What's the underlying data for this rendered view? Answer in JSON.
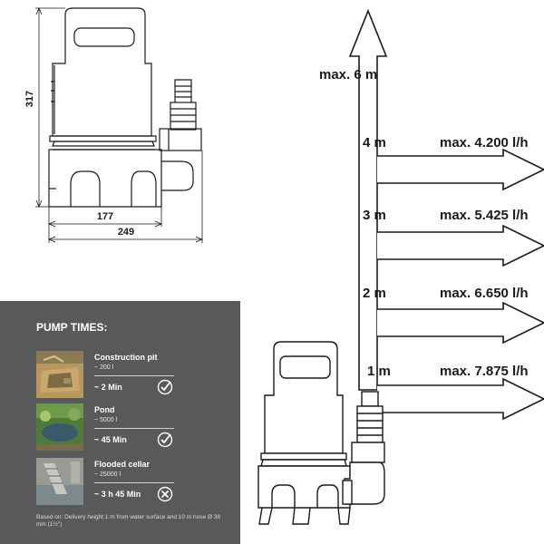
{
  "dimensions": {
    "height": "317",
    "base_width": "177",
    "total_width": "249"
  },
  "height_chart": {
    "max_label": "max. 6 m",
    "rows": [
      {
        "height": "4 m",
        "flow": "max. 4.200 l/h"
      },
      {
        "height": "3 m",
        "flow": "max. 5.425 l/h"
      },
      {
        "height": "2 m",
        "flow": "max. 6.650 l/h"
      },
      {
        "height": "1 m",
        "flow": "max. 7.875 l/h"
      }
    ]
  },
  "panel": {
    "title": "PUMP TIMES:",
    "items": [
      {
        "name": "Construction pit",
        "volume": "~ 200 l",
        "time": "~ 2 Min",
        "status": "check"
      },
      {
        "name": "Pond",
        "volume": "~ 5000 l",
        "time": "~ 45 Min",
        "status": "check"
      },
      {
        "name": "Flooded cellar",
        "volume": "~ 25000 l",
        "time": "~ 3 h 45 Min",
        "status": "cross"
      }
    ],
    "footnote": "Based on: Delivery height 1 m from water surface and 10 m hose Ø 38 mm (1½\")"
  },
  "colors": {
    "panel_bg": "#58595b",
    "line": "#1a1a1a",
    "panel_text": "#ffffff"
  },
  "icons": {
    "check": "check-circle-icon",
    "cross": "cross-circle-icon"
  }
}
